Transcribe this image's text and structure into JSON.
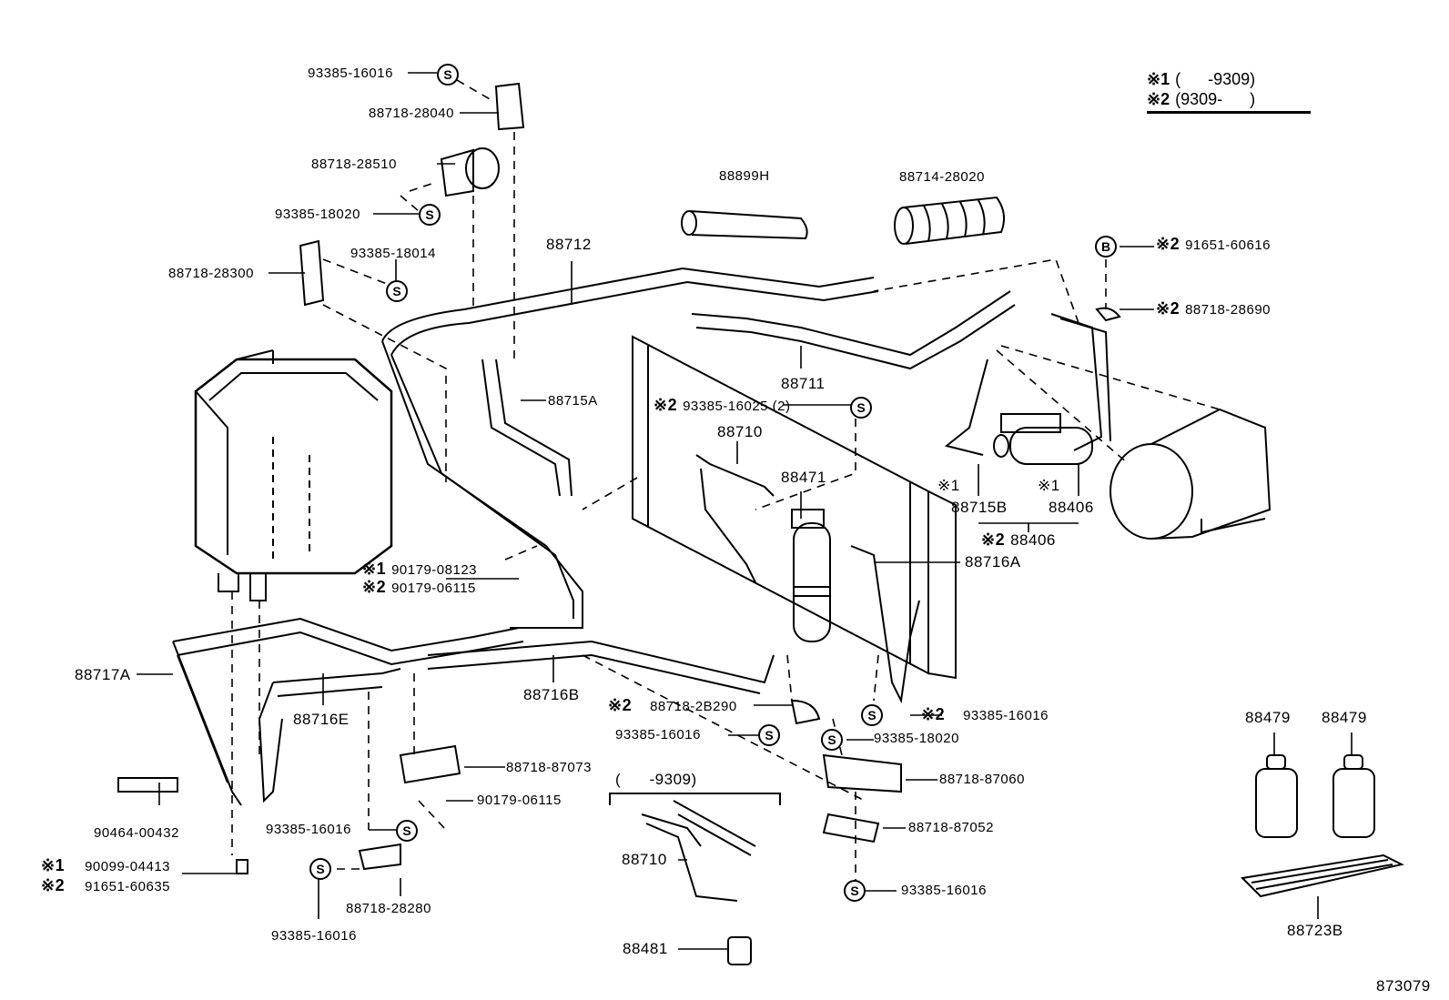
{
  "diagram": {
    "type": "parts-exploded-view",
    "subject": "Air conditioner piping / tubes",
    "figure_number": "873079",
    "legend": [
      {
        "mark": "※1",
        "range": "(      -9309)"
      },
      {
        "mark": "※2",
        "range": "(9309-      )"
      }
    ],
    "inset_range": "(      -9309)",
    "symbols": {
      "s_circle": "S",
      "b_circle": "B"
    },
    "labels": {
      "l93385_16016_top": "93385-16016",
      "l88718_28040": "88718-28040",
      "l88718_28510": "88718-28510",
      "l93385_18020_top": "93385-18020",
      "l93385_18014": "93385-18014",
      "l88718_28300": "88718-28300",
      "l88712": "88712",
      "l88899H": "88899H",
      "l88714_28020": "88714-28020",
      "l91651_60616": "91651-60616",
      "l88718_28690": "88718-28690",
      "l88711": "88711",
      "l88715A": "88715A",
      "l93385_16025": "93385-16025 (2)",
      "l88710_main": "88710",
      "l88471": "88471",
      "l88715B": "88715B",
      "l88406_a": "88406",
      "l88406_b": "88406",
      "l88716A": "88716A",
      "l90179_08123": "90179-08123",
      "l90179_06115_a": "90179-06115",
      "l88717A": "88717A",
      "l88716E": "88716E",
      "l88716B": "88716B",
      "l88718_2B290": "88718-2B290",
      "l93385_16016_mid": "93385-16016",
      "l93385_16016_right": "93385-16016",
      "l93385_18020_mid": "93385-18020",
      "l88718_87060": "88718-87060",
      "l88718_87052": "88718-87052",
      "l93385_16016_br": "93385-16016",
      "l88718_87073": "88718-87073",
      "l90179_06115_b": "90179-06115",
      "l93385_16016_bl": "93385-16016",
      "l90464_00432": "90464-00432",
      "l90099_04413": "90099-04413",
      "l91651_60635": "91651-60635",
      "l88718_28280": "88718-28280",
      "l93385_16016_bottom": "93385-16016",
      "l88710_inset": "88710",
      "l88481": "88481",
      "l88479_a": "88479",
      "l88479_b": "88479",
      "l88723B": "88723B"
    },
    "marks": {
      "m1": "※1",
      "m2": "※2"
    }
  }
}
